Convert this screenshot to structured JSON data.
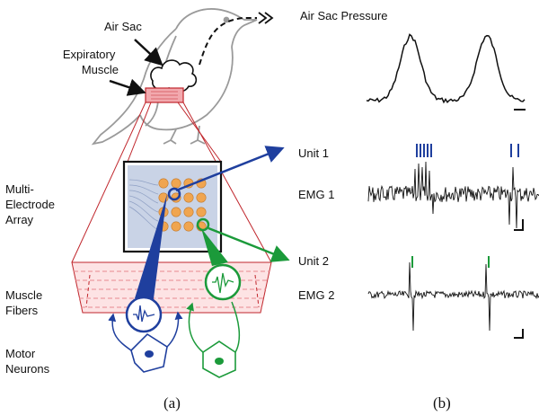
{
  "labels": {
    "air_sac": "Air Sac",
    "expiratory_muscle": [
      "Expiratory",
      "Muscle"
    ],
    "air_sac_pressure": "Air Sac Pressure",
    "mea": [
      "Multi-",
      "Electrode",
      "Array"
    ],
    "muscle_fibers": [
      "Muscle",
      "Fibers"
    ],
    "motor_neurons": [
      "Motor",
      "Neurons"
    ],
    "unit1": "Unit 1",
    "emg1": "EMG 1",
    "unit2": "Unit 2",
    "emg2": "EMG 2",
    "panel_a": "(a)",
    "panel_b": "(b)"
  },
  "colors": {
    "unit1": "#1f3f9e",
    "unit2": "#1b9a3a",
    "muscle": "#f2a9ae",
    "muscle_line": "#c0262c",
    "electrode": "#f0a550",
    "array_bg": "#c9d3e6",
    "bird_outline": "#9a9a9a",
    "trace": "#111111"
  },
  "icons": [
    "bird-outline",
    "air-sac-cloud",
    "arrow-icon",
    "neuron-cell",
    "spike-waveform",
    "scale-bar"
  ],
  "electrode_grid": {
    "rows": 4,
    "cols": 4
  },
  "unit1_spike_bursts": 2,
  "unit2_spike_count": 2
}
